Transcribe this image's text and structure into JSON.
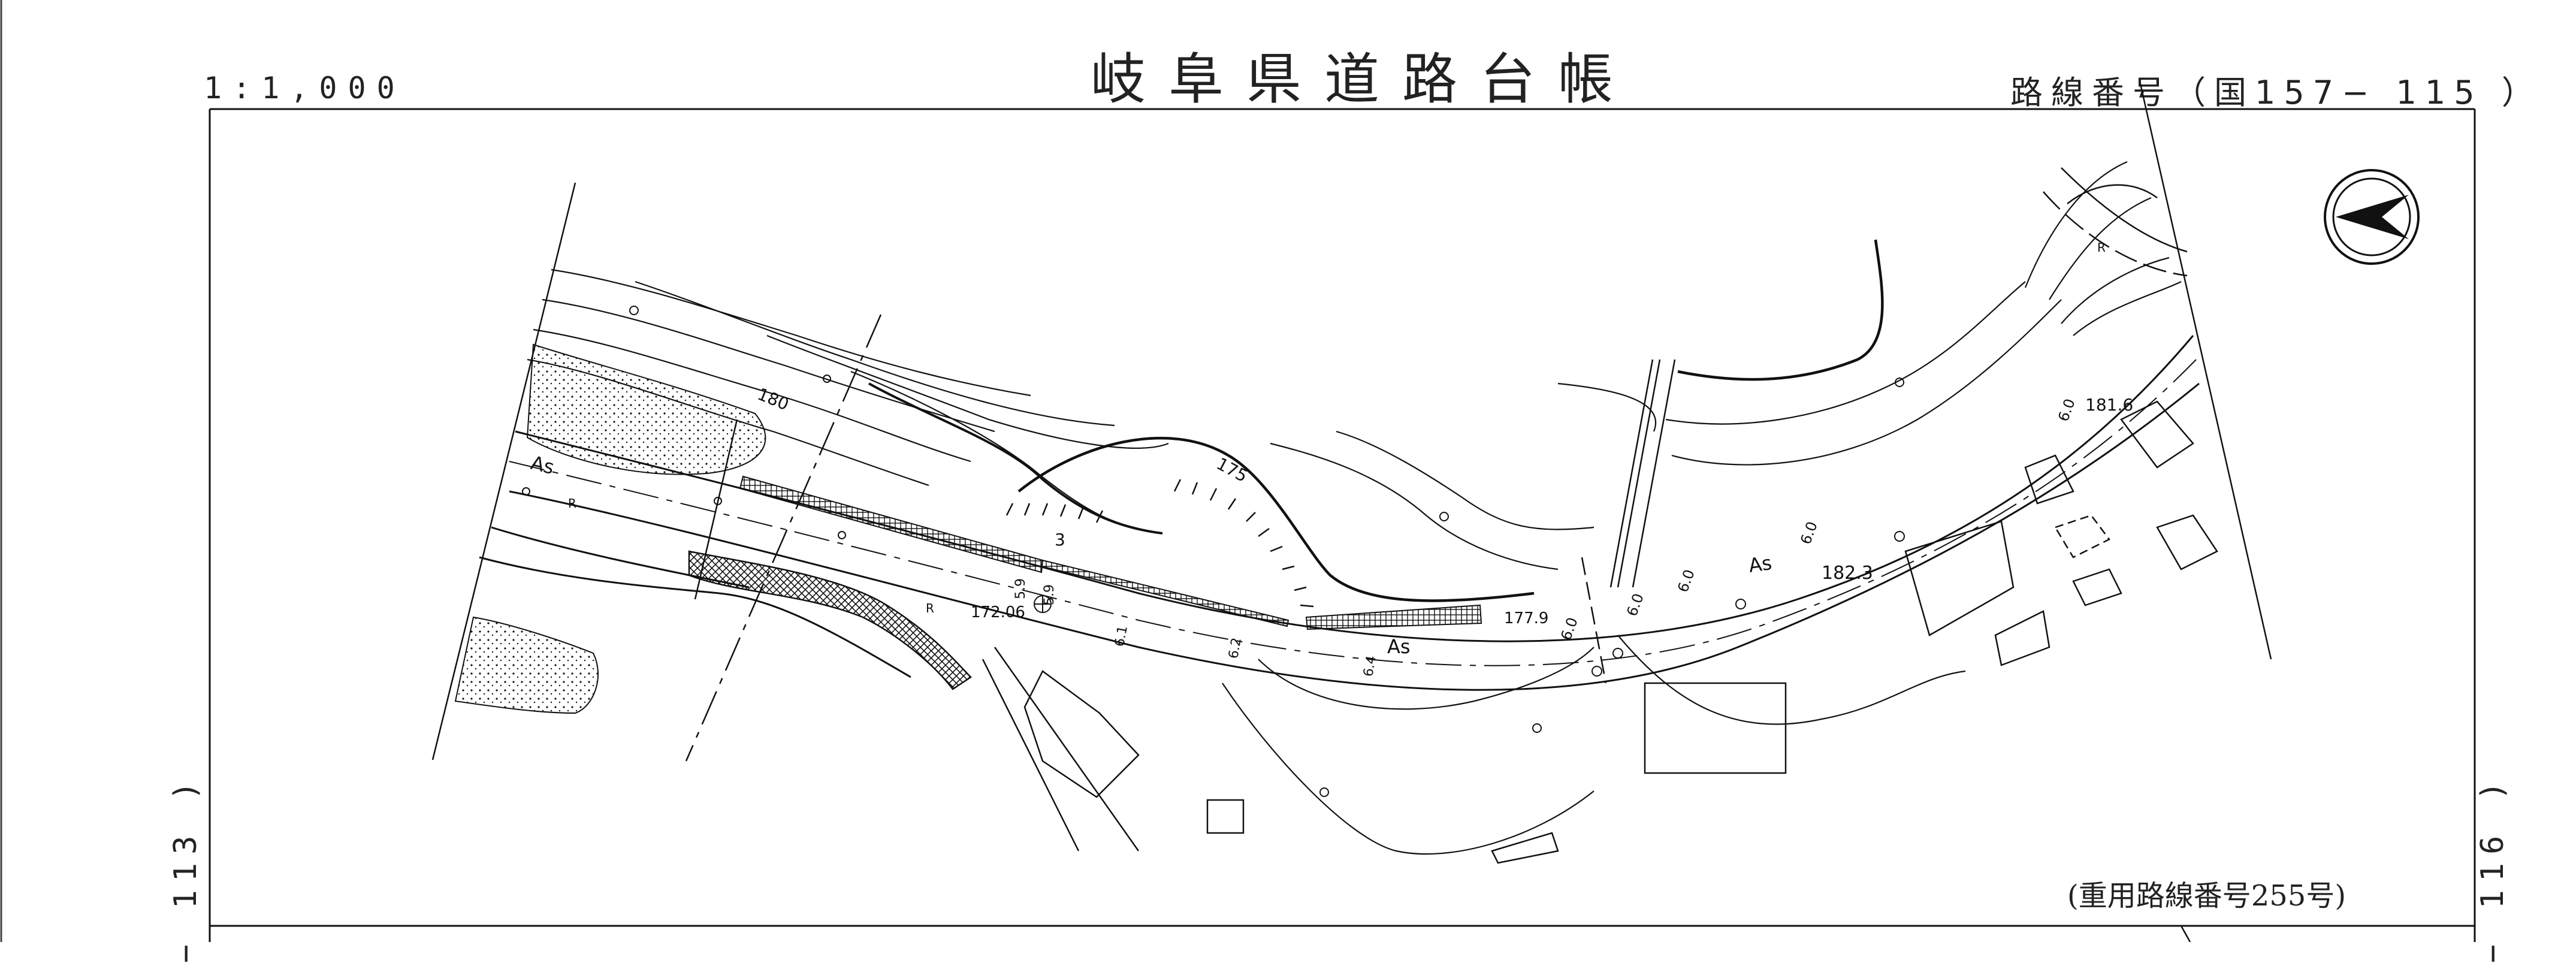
{
  "header": {
    "title": "岐阜県道路台帳",
    "scale": "1:1,000",
    "route_number": "路線番号（国157− 115 ）"
  },
  "sheet_refs": {
    "left": "− 113 )",
    "right": "− 116 )"
  },
  "footer": {
    "heavy_route": "(重用路線番号255号)"
  },
  "map_labels": {
    "contour_180": "180",
    "contour_175": "175",
    "surface_as_1": "As",
    "surface_as_2": "As",
    "surface_as_3": "As",
    "elev_172": "172.06",
    "elev_177": "177.9",
    "elev_182": "182.3",
    "elev_181": "181.6",
    "width_59a": "5.9",
    "width_59b": "5.9",
    "width_62": "6.2",
    "width_61": "6.1",
    "width_64": "6.4",
    "width_60a": "6.0",
    "width_60b": "6.0",
    "width_60c": "6.0",
    "width_60d": "6.0",
    "width_60e": "6.0",
    "mark_31": "3",
    "mark_r1": "R",
    "mark_r2": "R",
    "mark_r3": "R"
  },
  "colors": {
    "ink": "#111111",
    "paper": "#ffffff"
  },
  "icons": [
    "north-arrow-icon"
  ]
}
